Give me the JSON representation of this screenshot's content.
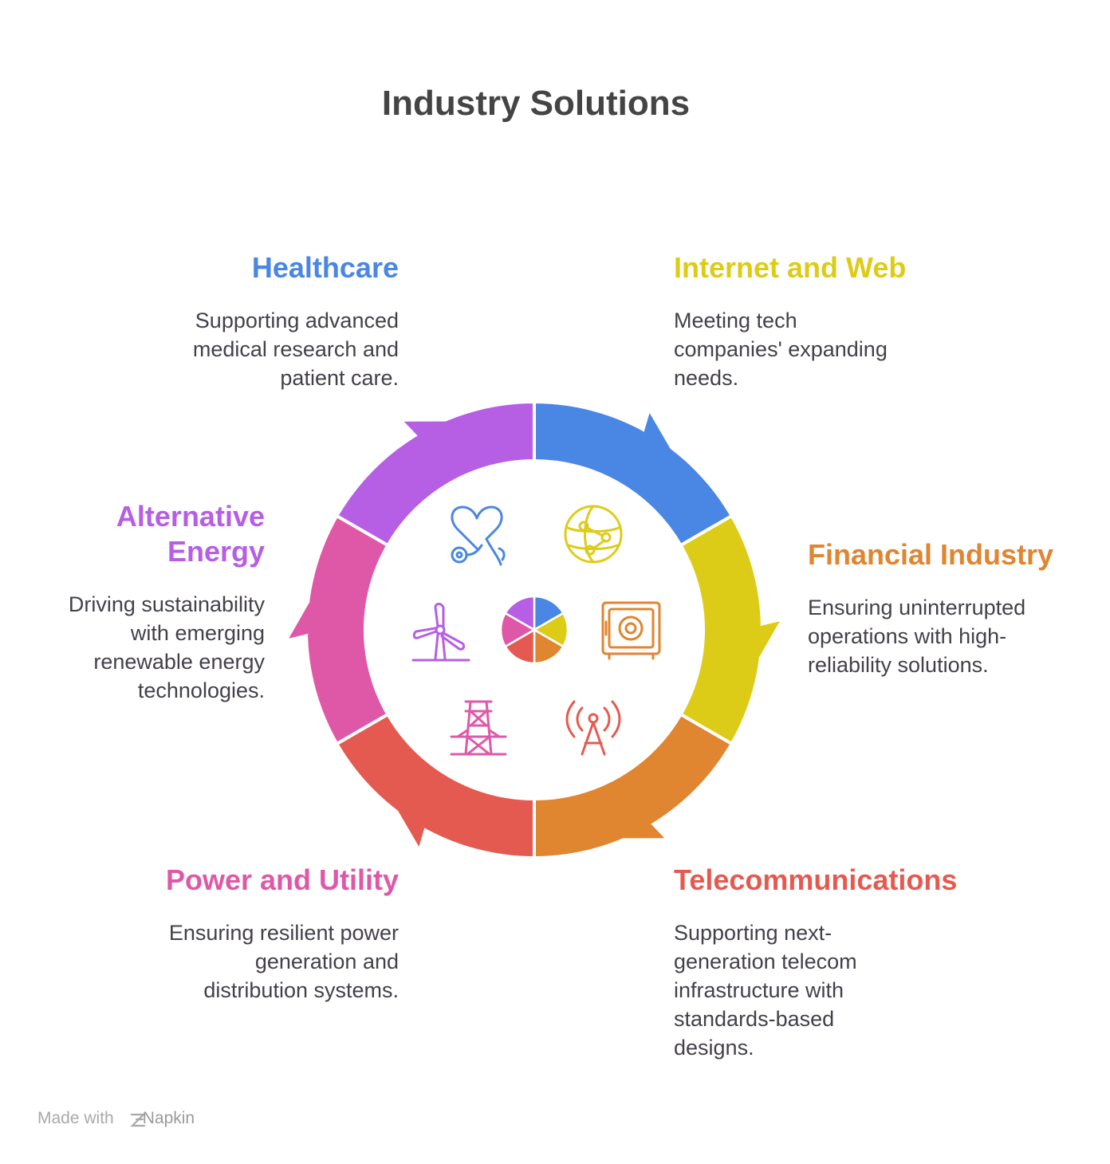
{
  "title": "Industry Solutions",
  "segments": [
    {
      "id": "healthcare",
      "title": "Healthcare",
      "description": "Supporting advanced\nmedical research and\npatient care.",
      "color": "#4a86e3",
      "icon": "stethoscope-heart-icon"
    },
    {
      "id": "internet",
      "title": "Internet and Web",
      "description": "Meeting tech\ncompanies' expanding\nneeds.",
      "color": "#ddcc17",
      "icon": "globe-network-icon"
    },
    {
      "id": "financial",
      "title": "Financial Industry",
      "description": "Ensuring uninterrupted\noperations with high-\nreliability solutions.",
      "color": "#e08530",
      "icon": "safe-vault-icon"
    },
    {
      "id": "telecom",
      "title": "Telecommunications",
      "description": "Supporting next-\ngeneration telecom\ninfrastructure with\nstandards-based\ndesigns.",
      "color": "#e55a50",
      "icon": "radio-tower-icon"
    },
    {
      "id": "power",
      "title": "Power and Utility",
      "description": "Ensuring resilient power\ngeneration and\ndistribution systems.",
      "color": "#df58a8",
      "icon": "transmission-tower-icon"
    },
    {
      "id": "alternative",
      "title": "Alternative\nEnergy",
      "description": "Driving sustainability\nwith emerging\nrenewable energy\ntechnologies.",
      "color": "#b65ee4",
      "icon": "wind-turbine-icon"
    }
  ],
  "footer": {
    "made_with": "Made with",
    "brand": "Napkin"
  }
}
